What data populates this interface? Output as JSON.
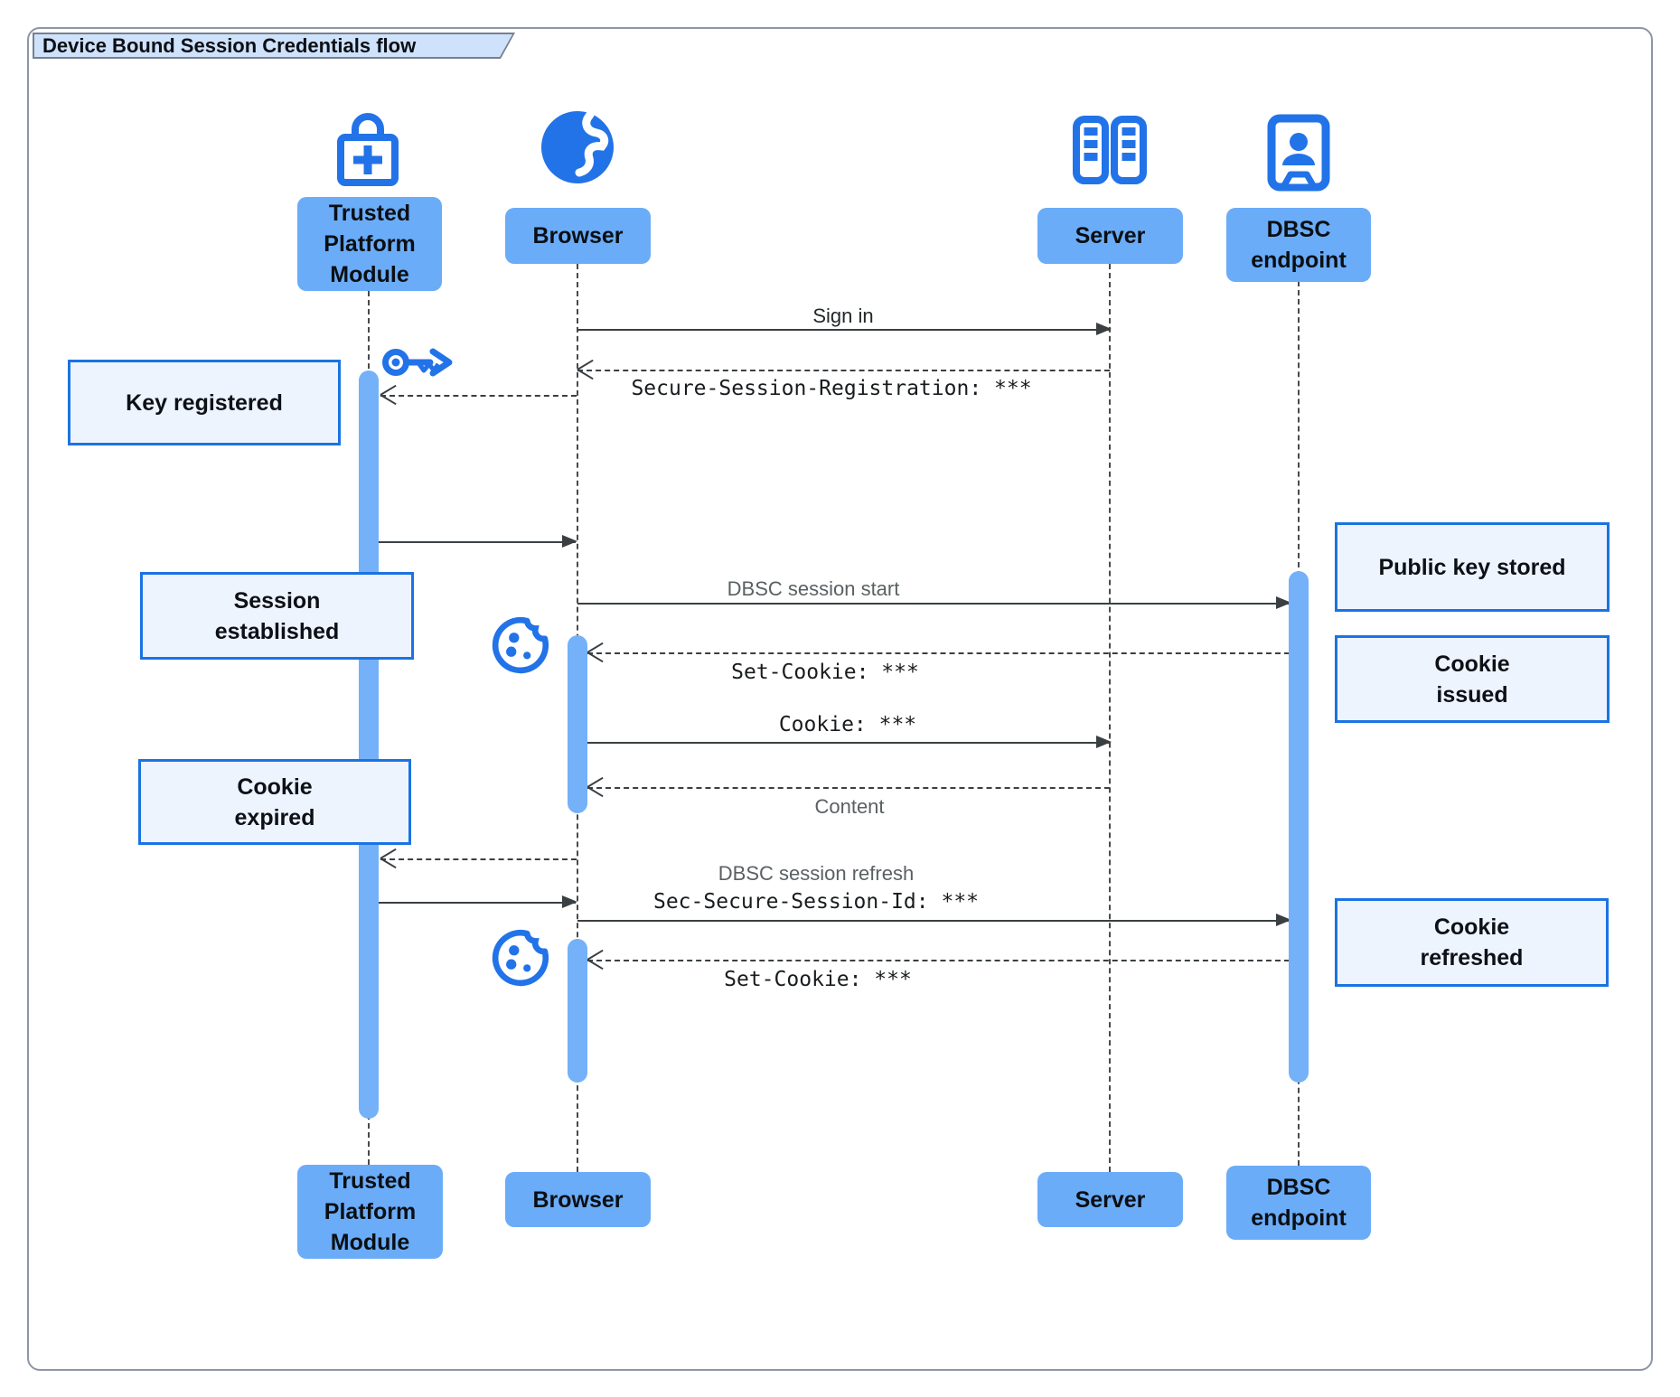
{
  "title": "Device Bound Session Credentials flow",
  "participants": {
    "tpm": {
      "label": "Trusted\nPlatform\nModule",
      "icon": "lock-plus-icon"
    },
    "browser": {
      "label": "Browser",
      "icon": "globe-icon"
    },
    "server": {
      "label": "Server",
      "icon": "server-racks-icon"
    },
    "dbsc": {
      "label": "DBSC\nendpoint",
      "icon": "endpoint-person-icon"
    }
  },
  "messages": {
    "sign_in": "Sign in",
    "secure_session_registration": "Secure-Session-Registration: ***",
    "dbsc_session_start": "DBSC session start",
    "set_cookie_first": "Set-Cookie: ***",
    "cookie": "Cookie: ***",
    "content": "Content",
    "dbsc_session_refresh": "DBSC session refresh",
    "sec_secure_session_id": "Sec-Secure-Session-Id: ***",
    "set_cookie_refresh": "Set-Cookie: ***"
  },
  "notes": {
    "key_registered": "Key registered",
    "session_established": "Session\nestablished",
    "cookie_expired": "Cookie\nexpired",
    "public_key_stored": "Public key stored",
    "cookie_issued": "Cookie\nissued",
    "cookie_refreshed": "Cookie\nrefreshed"
  },
  "colors": {
    "participant_fill": "#6aacf8",
    "activation_fill": "#74b1f8",
    "note_fill": "#eef4fd",
    "note_border": "#1a73e3",
    "icon_blue": "#2273e8",
    "title_fill": "#cfe2fb",
    "arrow": "#3a3f42"
  }
}
